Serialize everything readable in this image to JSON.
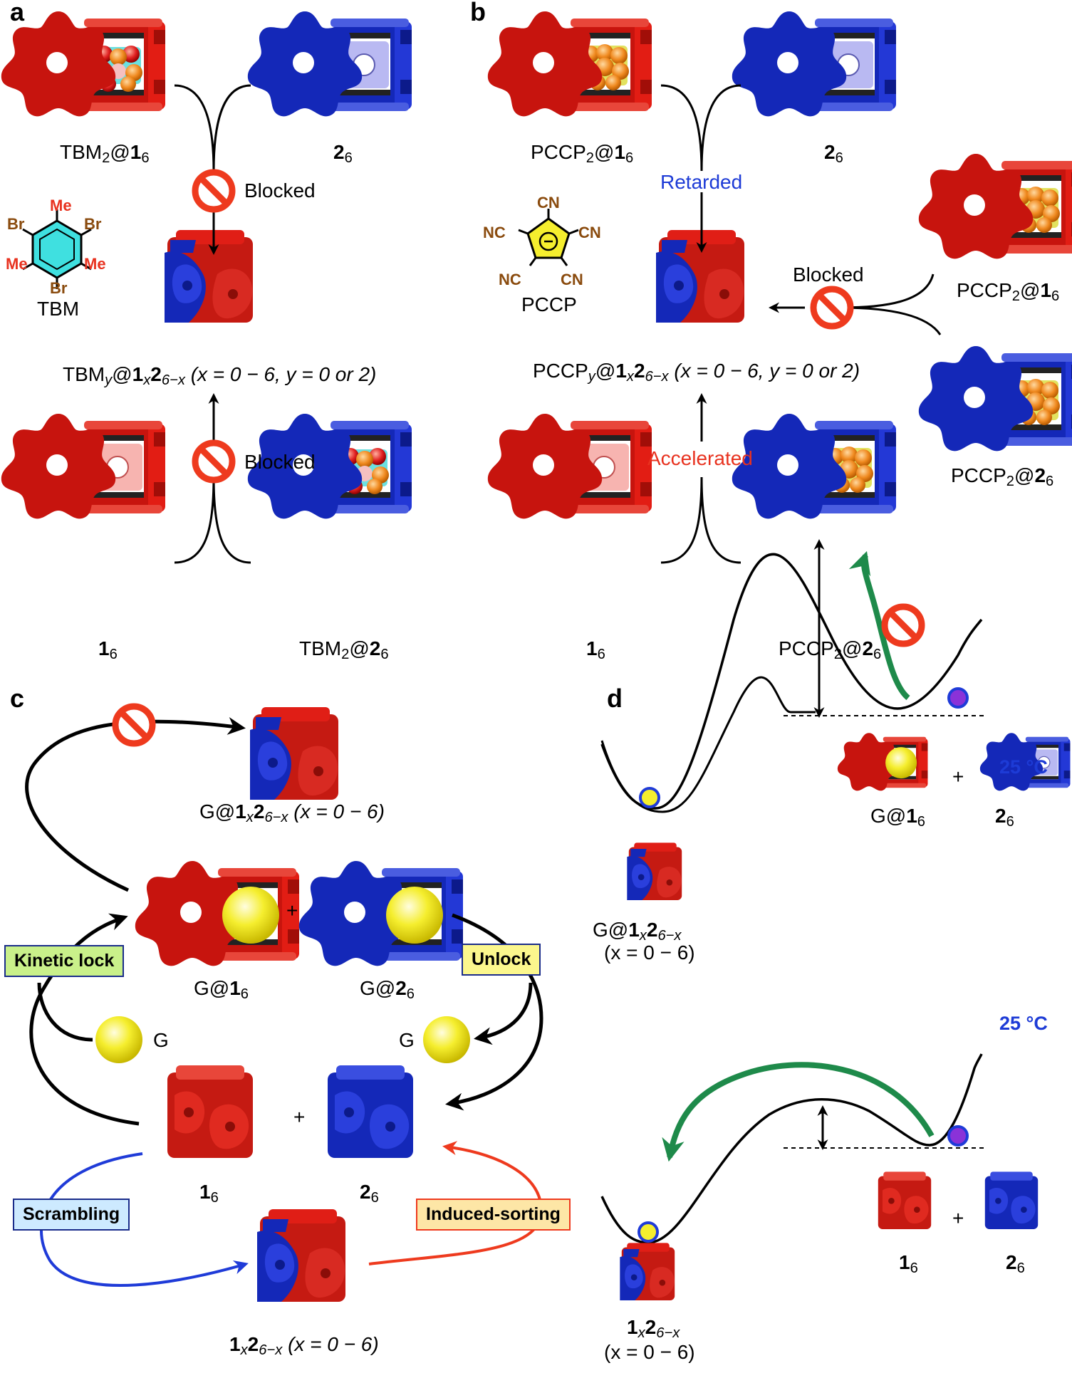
{
  "panels": {
    "a": "a",
    "b": "b",
    "c": "c",
    "d": "d"
  },
  "panel_a": {
    "tl": {
      "pre": "TBM",
      "s1": "2",
      "mid": "@",
      "bold": "1",
      "s2": "6"
    },
    "tr": {
      "bold": "2",
      "s": "6"
    },
    "bl": {
      "bold": "1",
      "s": "6"
    },
    "br": {
      "pre": "TBM",
      "s1": "2",
      "mid": "@",
      "bold": "2",
      "s2": "6"
    },
    "blocked_top": "Blocked",
    "blocked_bottom": "Blocked",
    "product": {
      "p1": "TBM",
      "y": "y",
      "p2": "@",
      "b1": "1",
      "x": "x",
      "b2": "2",
      "s": "6−x",
      "rest": " (x = 0 − 6, y = 0 or 2)"
    },
    "tbm": {
      "name": "TBM",
      "me": "Me",
      "br": "Br"
    }
  },
  "panel_b": {
    "tl": {
      "pre": "PCCP",
      "s1": "2",
      "mid": "@",
      "bold": "1",
      "s2": "6"
    },
    "tr": {
      "bold": "2",
      "s": "6"
    },
    "bl": {
      "bold": "1",
      "s": "6"
    },
    "br": {
      "pre": "PCCP",
      "s1": "2",
      "mid": "@",
      "bold": "2",
      "s2": "6"
    },
    "side1": {
      "pre": "PCCP",
      "s1": "2",
      "mid": "@",
      "bold": "1",
      "s2": "6"
    },
    "side2": {
      "pre": "PCCP",
      "s1": "2",
      "mid": "@",
      "bold": "2",
      "s2": "6"
    },
    "retarded": "Retarded",
    "accelerated": "Accelerated",
    "blocked": "Blocked",
    "product": {
      "p1": "PCCP",
      "y": "y",
      "p2": "@",
      "b1": "1",
      "x": "x",
      "b2": "2",
      "s": "6−x",
      "rest": " (x = 0 − 6, y = 0 or 2)"
    },
    "pccp": {
      "name": "PCCP",
      "cn": "CN",
      "nc": "NC"
    }
  },
  "panel_c": {
    "top": {
      "p1": "G@",
      "b1": "1",
      "x": "x",
      "b2": "2",
      "s": "6−x",
      "rest": " (x = 0 − 6)"
    },
    "g1": {
      "pre": "G@",
      "bold": "1",
      "s": "6"
    },
    "g2": {
      "pre": "G@",
      "bold": "2",
      "s": "6"
    },
    "plus": "+",
    "g_left": "G",
    "g_right": "G",
    "one": {
      "bold": "1",
      "s": "6"
    },
    "two": {
      "bold": "2",
      "s": "6"
    },
    "bottom": {
      "b1": "1",
      "x": "x",
      "b2": "2",
      "s": "6−x",
      "rest": " (x = 0 − 6)"
    },
    "kinetic_lock": "Kinetic lock",
    "unlock": "Unlock",
    "scrambling": "Scrambling",
    "induced_sorting": "Induced-sorting"
  },
  "panel_d": {
    "temp1": "25 °C",
    "temp2": "25 °C",
    "left1": {
      "pre": "G@",
      "b1": "1",
      "x": "x",
      "b2": "2",
      "s": "6−x",
      "range": "(x = 0 − 6)"
    },
    "left2": {
      "b1": "1",
      "x": "x",
      "b2": "2",
      "s": "6−x",
      "range": "(x = 0 − 6)"
    },
    "g1": {
      "pre": "G@",
      "bold": "1",
      "s": "6"
    },
    "two1": {
      "bold": "2",
      "s": "6"
    },
    "one2": {
      "bold": "1",
      "s": "6"
    },
    "two2": {
      "bold": "2",
      "s": "6"
    },
    "plus": "+"
  },
  "colors": {
    "red": "#d61f14",
    "blue": "#1e2fc8",
    "yellow": "#f2ea2a",
    "green": "#1e8a4a",
    "kinetic_bg": "#c9f08a",
    "unlock_bg": "#fbf78d",
    "scramble_bg": "#cdeaff",
    "sort_bg": "#fde6a6"
  }
}
